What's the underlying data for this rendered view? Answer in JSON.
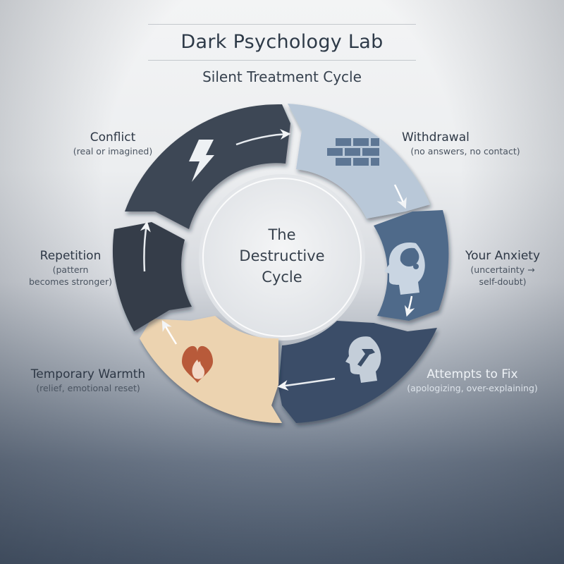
{
  "header": {
    "title": "Dark Psychology Lab",
    "subtitle": "Silent Treatment Cycle"
  },
  "center": {
    "line1": "The",
    "line2": "Destructive",
    "line3": "Cycle"
  },
  "stages": [
    {
      "id": "conflict",
      "title": "Conflict",
      "detail": "(real or imagined)",
      "icon": "lightning-bolt-icon",
      "color": "#3d4654"
    },
    {
      "id": "withdrawal",
      "title": "Withdrawal",
      "detail": "(no answers, no contact)",
      "icon": "brick-wall-icon",
      "color": "#b9c8d8"
    },
    {
      "id": "anxiety",
      "title": "Your Anxiety",
      "detail_line1": "(uncertainty →",
      "detail_line2": "self-doubt)",
      "icon": "head-mind-icon",
      "color": "#4f6a8a"
    },
    {
      "id": "fix",
      "title": "Attempts to Fix",
      "detail": "(apologizing, over-explaining)",
      "icon": "head-wrench-icon",
      "color": "#3b4e68"
    },
    {
      "id": "warmth",
      "title": "Temporary Warmth",
      "detail": "(relief, emotional reset)",
      "icon": "heart-flame-icon",
      "color": "#ecd3b0"
    },
    {
      "id": "repetition",
      "title": "Repetition",
      "detail_line1": "(pattern",
      "detail_line2": "becomes stronger)",
      "icon": "arrow-up-icon",
      "color": "#353d49"
    }
  ],
  "colors": {
    "heart": "#b85a3a",
    "text_dark": "#2e3846",
    "background_top": "#f3f4f5",
    "background_bottom": "#4f5d70"
  }
}
